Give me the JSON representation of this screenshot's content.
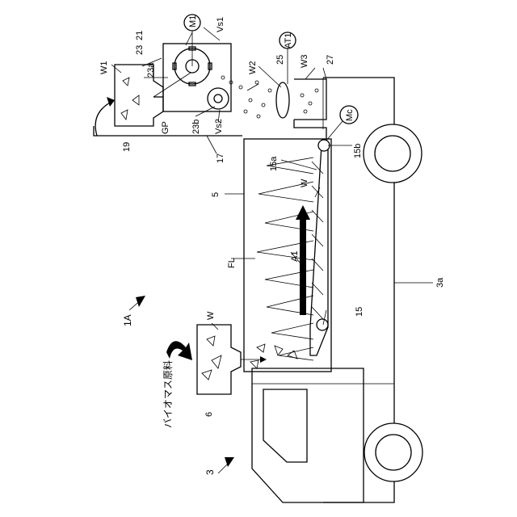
{
  "labels": {
    "system": "1A",
    "vehicle": "3",
    "chassis": "3a",
    "chamber": "5",
    "hopper_main": "6",
    "duct": "17",
    "hopper_small": "19",
    "crusher_frame": "21",
    "gear_group": "23",
    "gear_a": "23a",
    "gear_b": "23b",
    "sensor": "25",
    "collector": "27",
    "conveyor": "15",
    "conveyor_a": "15a",
    "conveyor_b": "15b",
    "flame": "FL",
    "flow": "A1",
    "material_main": "W",
    "material_conv": "W",
    "material_w1": "W1",
    "material_w2": "W2",
    "material_w3": "W3",
    "gap": "GP",
    "vs1": "Vs1",
    "vs2": "Vs2",
    "motor1": "M1",
    "motor_c": "Mc",
    "sensor_at": "AT1",
    "feed": "バイオマス原料"
  }
}
